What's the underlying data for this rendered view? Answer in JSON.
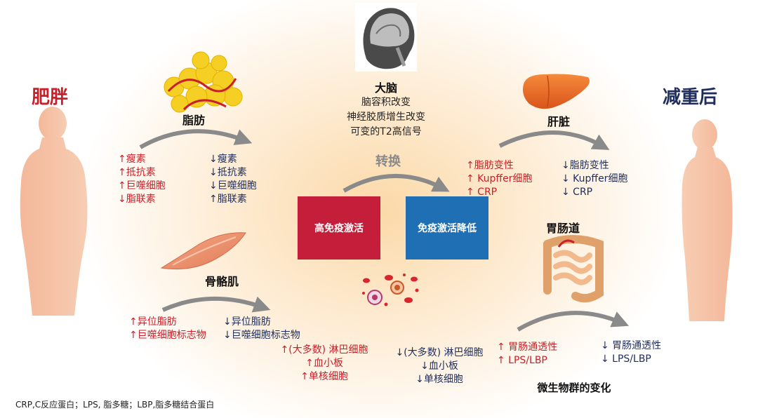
{
  "left_title": "肥胖",
  "right_title": "减重后",
  "brain": {
    "title": "大脑",
    "lines": [
      "脑容积改变",
      "神经胶质增生改变",
      "可变的T2高信号"
    ]
  },
  "switch_label": "转换",
  "box_high": "高免疫激活",
  "box_low": "免疫激活降低",
  "fat": {
    "title": "脂肪",
    "before": [
      "↑瘦素",
      "↑抵抗素",
      "↑巨噬细胞",
      "↓脂联素"
    ],
    "after": [
      "↓瘦素",
      "↓抵抗素",
      "↓巨噬细胞",
      "↑脂联素"
    ]
  },
  "muscle": {
    "title": "骨骼肌",
    "before": [
      "↑异位脂肪",
      "↑巨噬细胞标志物"
    ],
    "after": [
      "↓异位脂肪",
      "↓巨噬细胞标志物"
    ]
  },
  "blood": {
    "before": [
      "↑(大多数) 淋巴细胞",
      "↑血小板",
      "↑单核细胞"
    ],
    "after": [
      "↓(大多数) 淋巴细胞",
      "↓血小板",
      "↓单核细胞"
    ]
  },
  "liver": {
    "title": "肝脏",
    "before": [
      "↑脂肪变性",
      "↑ Kupffer细胞",
      "↑ CRP"
    ],
    "after": [
      "↓脂肪变性",
      "↓ Kupffer细胞",
      "↓ CRP"
    ]
  },
  "gut": {
    "title": "胃肠道",
    "before": [
      "↑ 胃肠通透性",
      "↑ LPS/LBP"
    ],
    "after": [
      "↓ 胃肠通透性",
      "↓ LPS/LBP"
    ],
    "caption": "微生物群的变化"
  },
  "footnote": "CRP,C反应蛋白；LPS, 脂多糖；LBP,脂多糖结合蛋白",
  "colors": {
    "increase": "#c8202a",
    "decrease": "#1f2d5c",
    "box_high": "#c41e3a",
    "box_low": "#1f6fb5",
    "arrow": "#8a8a8a"
  }
}
